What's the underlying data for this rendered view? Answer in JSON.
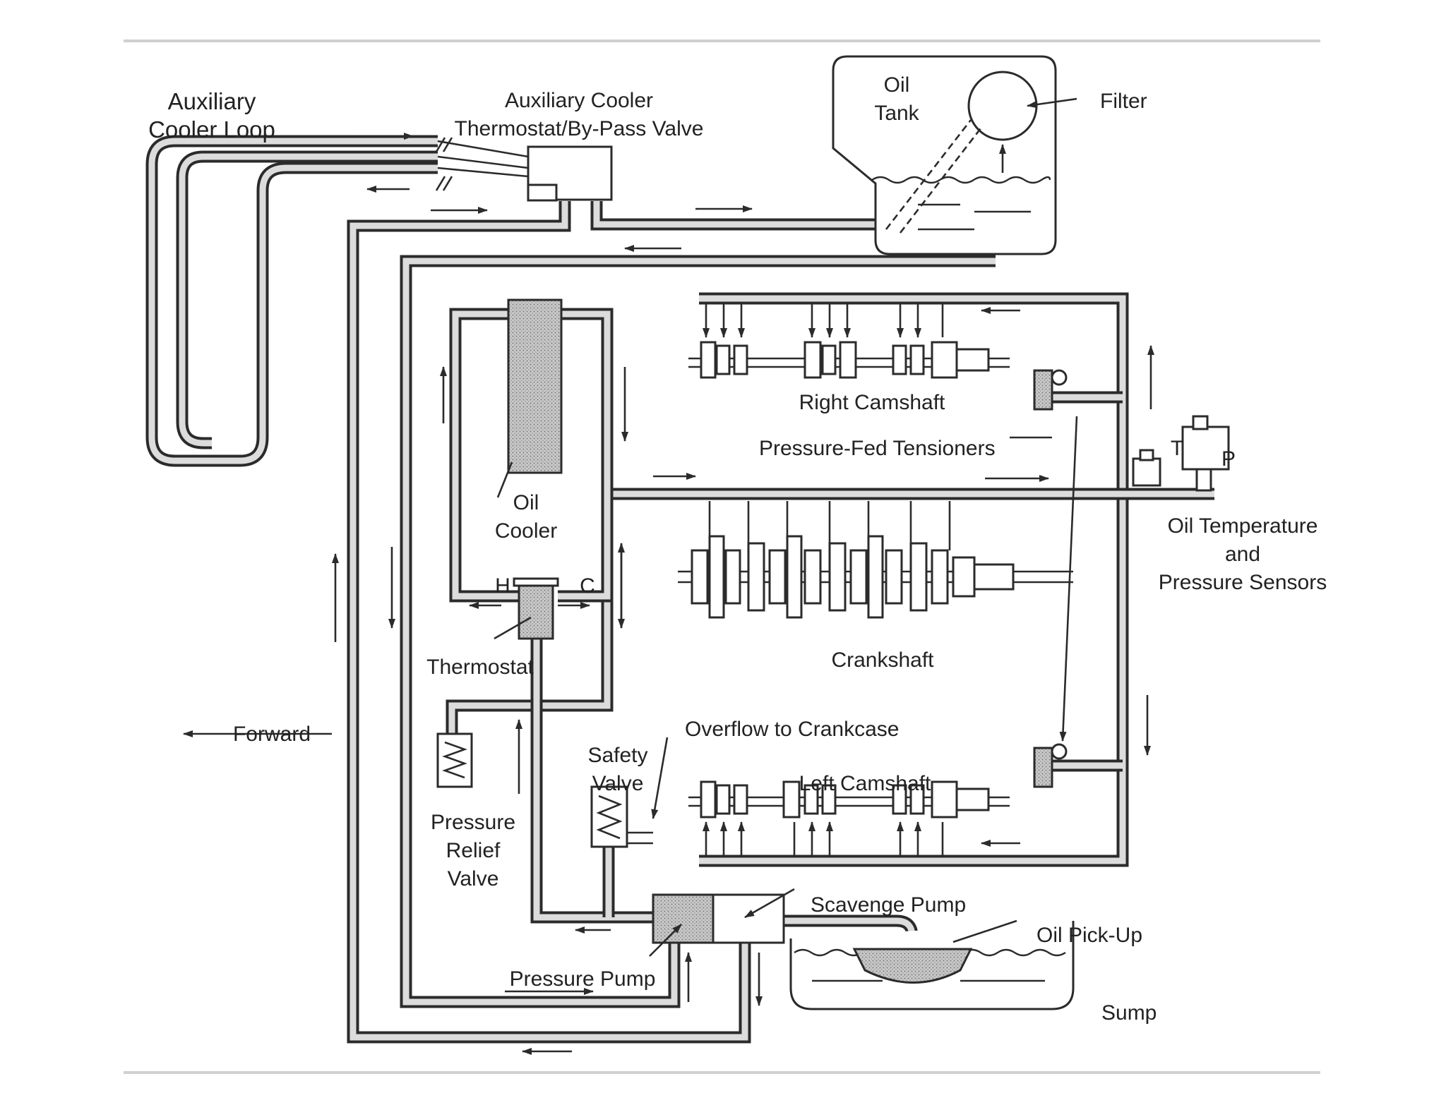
{
  "labels": {
    "aux_loop_1": "Auxiliary",
    "aux_loop_2": "Cooler Loop",
    "aux_valve_1": "Auxiliary Cooler",
    "aux_valve_2": "Thermostat/By-Pass Valve",
    "oil_tank_1": "Oil",
    "oil_tank_2": "Tank",
    "filter": "Filter",
    "right_camshaft": "Right Camshaft",
    "tensioners": "Pressure-Fed Tensioners",
    "sensor_t": "T",
    "sensor_p": "P",
    "sensors_1": "Oil Temperature",
    "sensors_2": "and",
    "sensors_3": "Pressure Sensors",
    "oil_cooler_1": "Oil",
    "oil_cooler_2": "Cooler",
    "hot": "H",
    "cold": "C",
    "thermostat": "Thermostat",
    "crankshaft": "Crankshaft",
    "forward": "Forward",
    "overflow": "Overflow to Crankcase",
    "safety_1": "Safety",
    "safety_2": "Valve",
    "left_camshaft": "Left Camshaft",
    "relief_1": "Pressure",
    "relief_2": "Relief",
    "relief_3": "Valve",
    "scavenge_pump": "Scavenge Pump",
    "pickup": "Oil Pick-Up",
    "pressure_pump": "Pressure Pump",
    "sump": "Sump"
  },
  "colors": {
    "ink": "#2b2b2b",
    "pipe_fill": "#dcdcdc",
    "shading": "#9a9a9a"
  }
}
